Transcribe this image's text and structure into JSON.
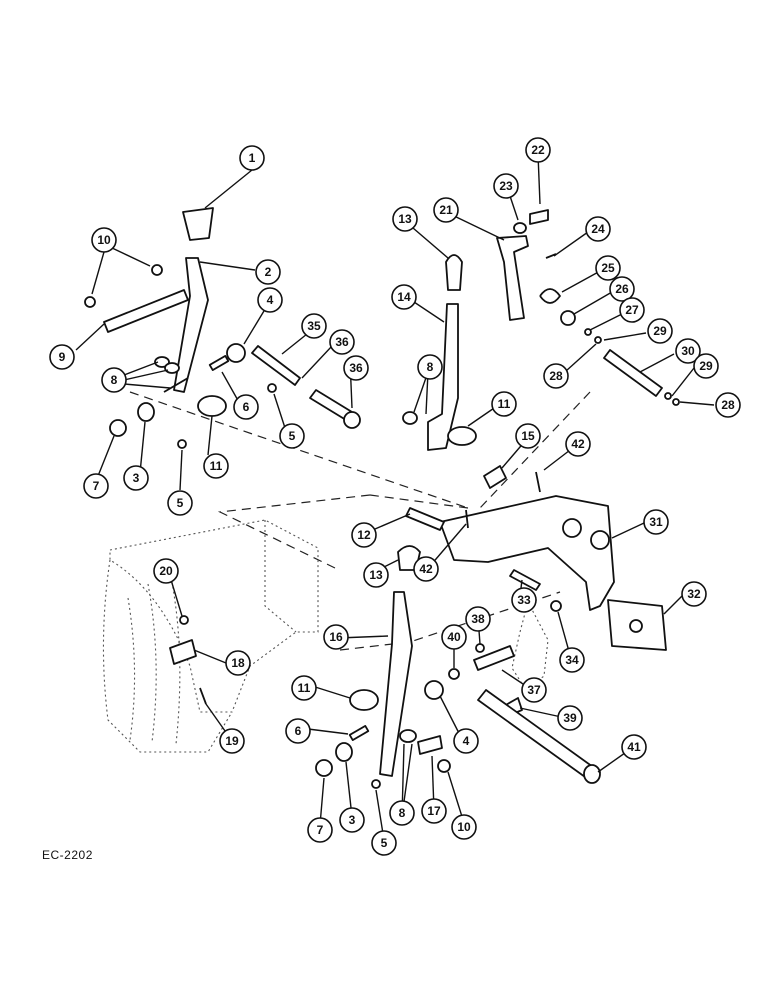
{
  "drawing_code": "EC-2202",
  "callout_labels": [
    "1",
    "2",
    "3",
    "4",
    "5",
    "6",
    "7",
    "8",
    "9",
    "10",
    "11",
    "12",
    "13",
    "14",
    "15",
    "16",
    "17",
    "18",
    "19",
    "20",
    "21",
    "22",
    "23",
    "24",
    "25",
    "26",
    "27",
    "28",
    "29",
    "30",
    "31",
    "32",
    "33",
    "34",
    "35",
    "36",
    "37",
    "38",
    "39",
    "40",
    "41",
    "42"
  ],
  "colors": {
    "ink": "#111111",
    "paper": "#ffffff",
    "ghost": "#555555"
  }
}
